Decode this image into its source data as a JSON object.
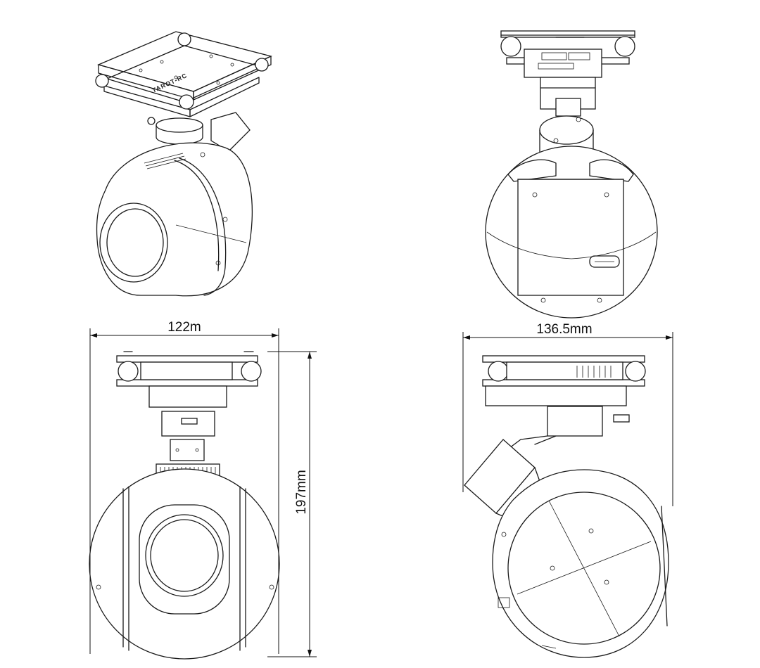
{
  "drawing": {
    "views": [
      "isometric",
      "rear",
      "front",
      "side"
    ],
    "logo_text": "TAROT-RC",
    "dimensions": {
      "front_width": "122m",
      "side_width": "136.5mm",
      "height": "197mm"
    }
  }
}
